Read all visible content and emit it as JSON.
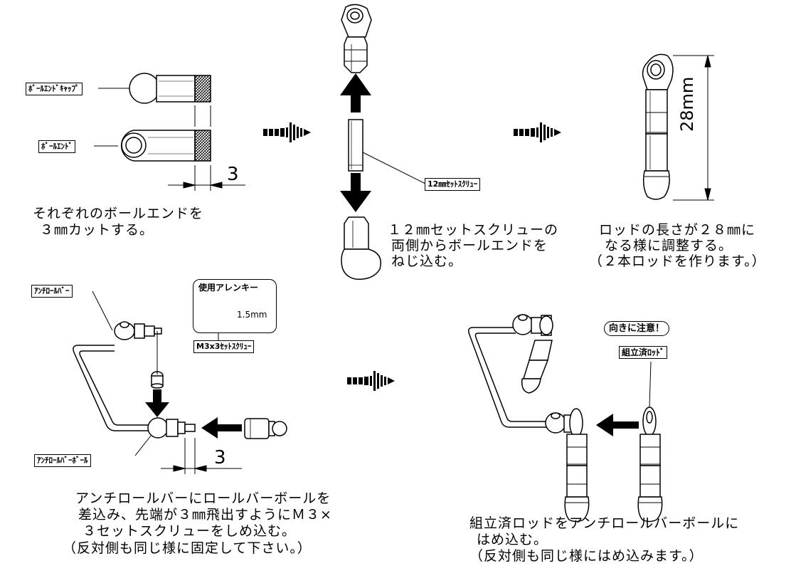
{
  "steps": {
    "step1": {
      "labels": {
        "ball_end_cap": "ﾎﾞｰﾙｴﾝﾄﾞｷｬｯﾌﾟ",
        "ball_end": "ﾎﾞｰﾙｴﾝﾄﾞ"
      },
      "dimension": "3",
      "caption": [
        "それぞれのボールエンドを",
        "３㎜カットする。"
      ]
    },
    "step2": {
      "label_set_screw": "12㎜ｾｯﾄｽｸﾘｭｰ",
      "caption": [
        "１２㎜セットスクリューの",
        "両側からボールエンドを",
        "ねじ込む。"
      ]
    },
    "step3": {
      "dimension": "28mm",
      "caption": [
        "ロッドの長さが２８㎜に",
        "なる様に調整する。",
        "（２本ロッドを作ります。）"
      ]
    },
    "step4": {
      "labels": {
        "anti_roll_bar": "ｱﾝﾁﾛｰﾙﾊﾞｰ",
        "anti_roll_bar_ball": "ｱﾝﾁﾛｰﾙﾊﾞｰﾎﾞｰﾙ",
        "set_screw": "M3x3ｾｯﾄｽｸﾘｭｰ"
      },
      "allen_key": {
        "title": "使用アレンキー",
        "size": "1.5mm"
      },
      "dimension": "3",
      "caption": [
        "アンチロールバーにロールバーボールを",
        "差込み、先端が３㎜飛出すようにＭ３×",
        "３セットスクリューをしめ込む。",
        "（反対側も同じ様に固定して下さい。）"
      ]
    },
    "step5": {
      "labels": {
        "note": "向きに注意！",
        "assembled_rod": "組立済ﾛｯﾄﾞ"
      },
      "caption": [
        "組立済ロッドをアンチロールバーボールに",
        "はめ込む。",
        "（反対側も同じ様にはめ込みます。）"
      ]
    }
  }
}
